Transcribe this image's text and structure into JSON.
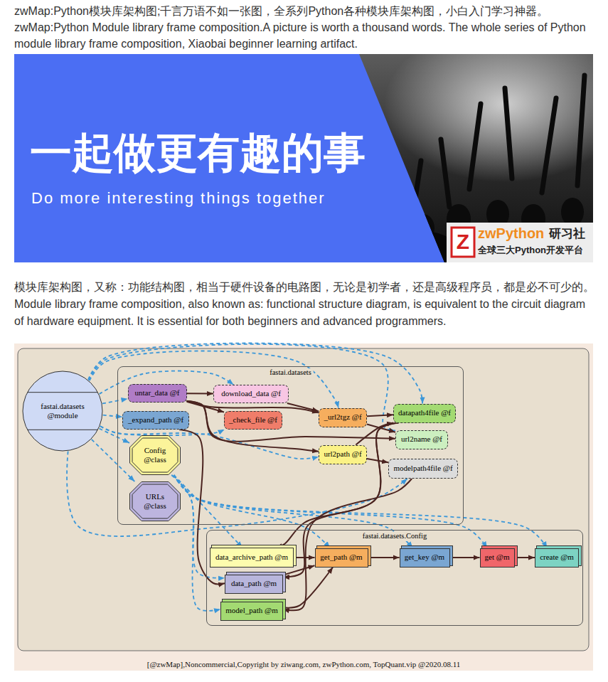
{
  "diagram": {
    "caption": "[@zwMap],Noncommercial,Copyright by ziwang.com, zwPython.com, TopQuant.vip @2020.08.11",
    "nodes": [
      {
        "text": [
          "fastai.datasets @module"
        ]
      },
      {
        "text": [
          "fastai.datasets"
        ]
      },
      {
        "text": [
          "untar_data @f"
        ],
        "in": 1
      },
      {
        "text": [
          "download_data @f"
        ],
        "in": 1
      },
      {
        "text": [
          "_expand_path @f"
        ],
        "in": 1
      },
      {
        "text": [
          "_check_file @f"
        ],
        "in": 1
      },
      {
        "text": [
          "_url2tgz @f"
        ],
        "in": 1
      },
      {
        "text": [
          "datapath4file @f"
        ],
        "in": 1
      },
      {
        "text": [
          "url2name @f"
        ],
        "in": 1
      },
      {
        "text": [
          "url2path @f"
        ],
        "in": 1
      },
      {
        "text": [
          "modelpath4file @f"
        ],
        "in": 1
      },
      {
        "text": [
          "Config @class"
        ],
        "in": 1
      },
      {
        "text": [
          "URLs @class"
        ],
        "in": 1
      },
      {
        "text": [
          "fastai.datasets.Config"
        ]
      },
      {
        "text": [
          "data_archive_path @m"
        ],
        "in": 13
      },
      {
        "text": [
          "get_path @m"
        ],
        "in": 13
      },
      {
        "text": [
          "get_key @m"
        ],
        "in": 13
      },
      {
        "text": [
          "get @m"
        ],
        "in": 13
      },
      {
        "text": [
          "create @m"
        ],
        "in": 13
      },
      {
        "text": [
          "data_path @m"
        ],
        "in": 13
      },
      {
        "text": [
          "model_path @m"
        ],
        "in": 13
      }
    ],
    "edges": [
      {
        "from": 0,
        "to": 2,
        "arrow": "to"
      },
      {
        "from": 0,
        "to": 3,
        "arrow": "to"
      },
      {
        "from": 0,
        "to": 4,
        "arrow": "to"
      },
      {
        "from": 0,
        "to": 11,
        "arrow": "to"
      },
      {
        "from": 0,
        "to": 12,
        "arrow": "to"
      },
      {
        "from": 0,
        "to": 5,
        "arrow": "to"
      },
      {
        "from": 0,
        "to": 6,
        "arrow": "to"
      },
      {
        "from": 0,
        "to": 7,
        "arrow": "to"
      },
      {
        "from": 0,
        "to": 8,
        "arrow": "to"
      },
      {
        "from": 0,
        "to": 9,
        "arrow": "to"
      },
      {
        "from": 0,
        "to": 10,
        "arrow": "to"
      },
      {
        "from": 11,
        "to": 14,
        "arrow": "to"
      },
      {
        "from": 11,
        "to": 15,
        "arrow": "to"
      },
      {
        "from": 11,
        "to": 16,
        "arrow": "to"
      },
      {
        "from": 11,
        "to": 17,
        "arrow": "to"
      },
      {
        "from": 11,
        "to": 18,
        "arrow": "to"
      },
      {
        "from": 11,
        "to": 19,
        "arrow": "to"
      },
      {
        "from": 11,
        "to": 20,
        "arrow": "to"
      },
      {
        "from": 2,
        "to": 3,
        "arrow": "to"
      },
      {
        "from": 2,
        "to": 5,
        "arrow": "to"
      },
      {
        "from": 3,
        "to": 6,
        "arrow": "to"
      },
      {
        "from": 2,
        "to": 6,
        "arrow": "to"
      },
      {
        "from": 2,
        "to": 9,
        "arrow": "to"
      },
      {
        "from": 2,
        "to": 8,
        "arrow": "to"
      },
      {
        "from": 4,
        "to": 19,
        "arrow": "to"
      },
      {
        "from": 6,
        "to": 7,
        "arrow": "to"
      },
      {
        "from": 6,
        "to": 8,
        "arrow": "to"
      },
      {
        "from": 9,
        "to": 7,
        "arrow": "to"
      },
      {
        "from": 9,
        "to": 10,
        "arrow": "to"
      },
      {
        "from": 7,
        "to": 14,
        "arrow": "to"
      },
      {
        "from": 7,
        "to": 19,
        "arrow": "to"
      },
      {
        "from": 10,
        "to": 20,
        "arrow": "to"
      },
      {
        "from": 14,
        "to": 15,
        "arrow": "to"
      },
      {
        "from": 19,
        "to": 15,
        "arrow": "to"
      },
      {
        "from": 20,
        "to": 15,
        "arrow": "to"
      },
      {
        "from": 15,
        "to": 16,
        "arrow": "to"
      },
      {
        "from": 16,
        "to": 17,
        "arrow": "to"
      },
      {
        "from": 17,
        "to": 18,
        "arrow": "to"
      }
    ],
    "labels": [
      "zwMap:Python模块库架构图;千言万语不如一张图，全系列Python各种模块库架构图，小白入门学习神器。",
      "zwMap:Python Module library frame composition.A picture is worth a thousand words. The whole series of Python module library frame composition, Xiaobai beginner learning artifact.",
      "一起做更有趣的事",
      "Do more interesting things together",
      "Z",
      "zwPython",
      "研习社",
      "全球三大Python开发平台",
      "模块库架构图，又称：功能结构图，相当于硬件设备的电路图，无论是初学者，还是高级程序员，都是必不可少的。 Module library frame composition, also known as: functional structure diagram, is equivalent to the circuit diagram of hardware equipment. It is essential for both beginners and advanced programmers."
    ]
  }
}
